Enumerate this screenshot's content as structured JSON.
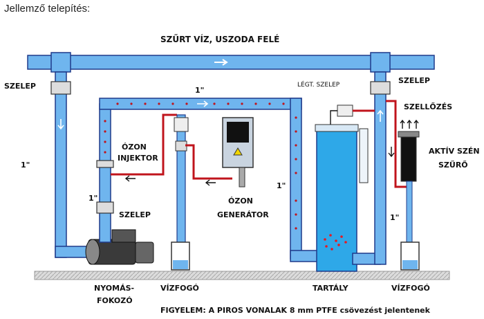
{
  "heading": "Jellemző telepítés:",
  "labels": {
    "top_pipe": "SZŰRT VÍZ, USZODA FELÉ",
    "szelep_left": "SZELEP",
    "szelep_right": "SZELEP",
    "one_inch_top": "1\"",
    "one_inch_left": "1\"",
    "one_inch_mid": "1\"",
    "one_inch_center": "1\"",
    "one_inch_right": "1\"",
    "legt_szelep": "LÉGT. SZELEP",
    "szellozes": "SZELLŐZÉS",
    "aktiv_1": "AKTÍV SZÉN",
    "aktiv_2": "SZŰRŐ",
    "ozon_inj_1": "ÓZON",
    "ozon_inj_2": "INJEKTOR",
    "szelep_mid": "SZELEP",
    "ozon_gen_1": "ÓZON",
    "ozon_gen_2": "GENERÁTOR",
    "nyomas_1": "NYOMÁS-",
    "nyomas_2": "FOKOZÓ",
    "vizfogo_left": "VÍZFOGÓ",
    "tartaly": "TARTÁLY",
    "vizfogo_right": "VÍZFOGÓ",
    "warning": "FIGYELEM: A PIROS VONALAK 8 mm PTFE csövezést jelentenek"
  },
  "colors": {
    "pipe": "#6fb5ee",
    "pipe_outline": "#1f3a8a",
    "ptfe": "#c0141c",
    "tank": "#2ea8e8",
    "ground": "#d6d6d6"
  }
}
